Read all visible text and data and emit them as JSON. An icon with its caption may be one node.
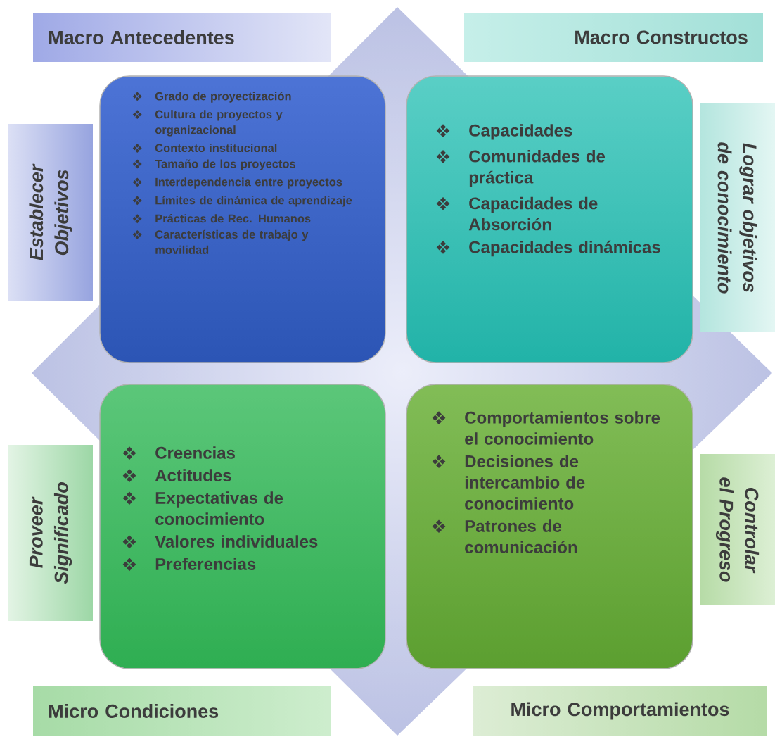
{
  "diagram": {
    "nodes": [
      {
        "text": [
          "Macro Antecedentes"
        ]
      },
      {
        "text": [
          "Macro Constructos"
        ]
      },
      {
        "text": [
          "Establecer Objetivos"
        ]
      },
      {
        "text": [
          "Grado de proyectización",
          "Cultura de proyectos y organizacional",
          "Contexto institucional",
          "Tamaño de los proyectos",
          "Interdependencia entre proyectos",
          "Límites de dinámica de aprendizaje",
          "Prácticas de Rec. Humanos",
          "Características de trabajo y movilidad"
        ]
      },
      {
        "text": [
          "Capacidades",
          "Comunidades de práctica",
          "Capacidades de Absorción",
          "Capacidades dinámicas"
        ]
      },
      {
        "text": [
          "Lograr objetivos de conocimiento"
        ]
      },
      {
        "text": [
          "Proveer Significado"
        ]
      },
      {
        "text": [
          "Creencias",
          "Actitudes",
          "Expectativas de conocimiento",
          "Valores individuales",
          "Preferencias"
        ]
      },
      {
        "text": [
          "Comportamientos sobre el conocimiento",
          "Decisiones de intercambio de conocimiento",
          "Patrones de comunicación"
        ]
      },
      {
        "text": [
          "Controlar el Progreso"
        ]
      },
      {
        "text": [
          "Micro Condiciones"
        ]
      },
      {
        "text": [
          "Micro Comportamientos"
        ]
      }
    ]
  }
}
